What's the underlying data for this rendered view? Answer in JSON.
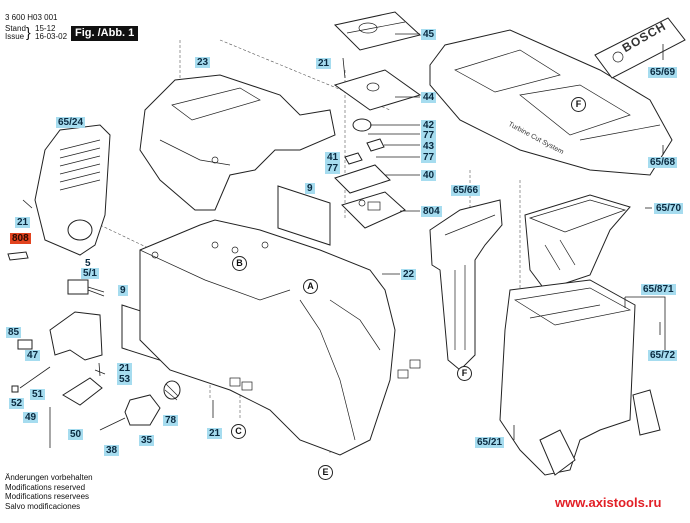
{
  "header": {
    "doc_number": "3 600 H03 001",
    "stand_label": "Stand",
    "issue_label": "Issue",
    "stand_value": "15-12",
    "issue_value": "16-03-02",
    "figure": "Fig. /Abb. 1"
  },
  "part_labels": {
    "p45": "45",
    "p21a": "21",
    "p44": "44",
    "p23": "23",
    "p42": "42",
    "p77a": "77",
    "p43": "43",
    "p41": "41",
    "p77b": "77",
    "p77c": "77",
    "p40": "40",
    "p804": "804",
    "p9a": "9",
    "p9b": "9",
    "p22": "22",
    "p65_24": "65/24",
    "p21b": "21",
    "p808": "808",
    "p5": "5",
    "p5_1": "5/1",
    "p85": "85",
    "p47": "47",
    "p51": "51",
    "p52": "52",
    "p49": "49",
    "p50": "50",
    "p21c": "21",
    "p53": "53",
    "p38": "38",
    "p35": "35",
    "p78": "78",
    "p21d": "21",
    "p65_69": "65/69",
    "p65_68": "65/68",
    "p65_66": "65/66",
    "p65_70": "65/70",
    "p65_871": "65/871",
    "p65_72": "65/72",
    "p65_21": "65/21"
  },
  "reference_markers": {
    "a": "A",
    "b": "B",
    "c": "C",
    "e": "E",
    "f1": "F",
    "f2": "F"
  },
  "product_text": {
    "brand": "BOSCH",
    "model_print": "Turbine Cut System"
  },
  "notes": [
    "Änderungen vorbehalten",
    "Modifications reserved",
    "Modifications reservees",
    "Salvo modificaciones"
  ],
  "website": "www.axistools.ru",
  "colors": {
    "label_bg": "#a6dcef",
    "highlight_label_bg": "#e2431f",
    "website_text": "#e21f26"
  }
}
